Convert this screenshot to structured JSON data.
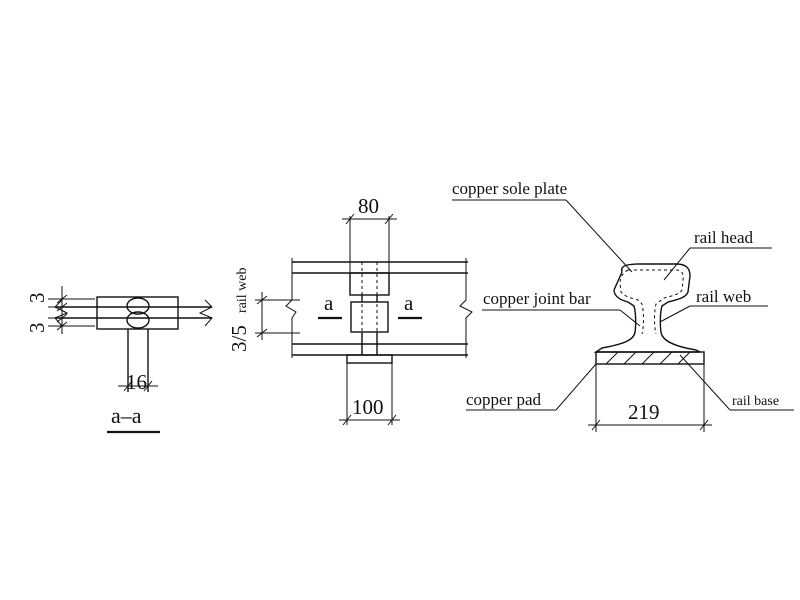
{
  "section_view": {
    "dim_top": "3",
    "dim_bottom": "3",
    "dim_width": "16",
    "section_label": "a–a"
  },
  "elevation_view": {
    "dim_top": "80",
    "dim_bottom": "100",
    "dim_weld": "3/5",
    "weld_note": "rail web",
    "section_mark_left": "a",
    "section_mark_right": "a"
  },
  "rail_view": {
    "labels": {
      "sole_plate": "copper sole plate",
      "rail_head": "rail head",
      "joint_bar": "copper joint bar",
      "rail_web": "rail web",
      "copper_pad": "copper pad",
      "rail_base": "rail base"
    },
    "dim_base": "219"
  }
}
